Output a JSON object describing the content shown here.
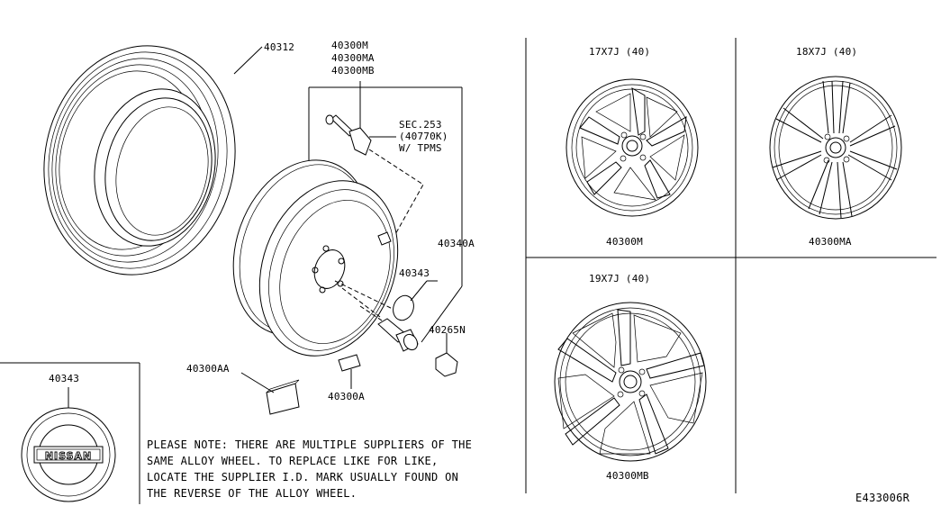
{
  "labels": {
    "tire": "40312",
    "wheel_parts": [
      "40300M",
      "40300MA",
      "40300MB"
    ],
    "sec_ref": [
      "SEC.253",
      "(40770K)",
      "W/ TPMS"
    ],
    "balance_weight_bracket": "40340A",
    "center_cap": "40343",
    "valve_nut": "40265N",
    "weight_aa": "40300AA",
    "weight_a": "40300A",
    "inset_cap_title": "40343",
    "badge_text": "NISSAN"
  },
  "wheels": [
    {
      "size": "17X7J (40)",
      "part": "40300M"
    },
    {
      "size": "18X7J (40)",
      "part": "40300MA"
    },
    {
      "size": "19X7J (40)",
      "part": "40300MB"
    }
  ],
  "note_lines": [
    "PLEASE NOTE: THERE ARE MULTIPLE SUPPLIERS OF THE",
    "SAME ALLOY WHEEL. TO REPLACE LIKE FOR LIKE,",
    "LOCATE THE SUPPLIER I.D. MARK USUALLY FOUND ON",
    "THE REVERSE OF THE ALLOY WHEEL."
  ],
  "diagram_code": "E433006R"
}
